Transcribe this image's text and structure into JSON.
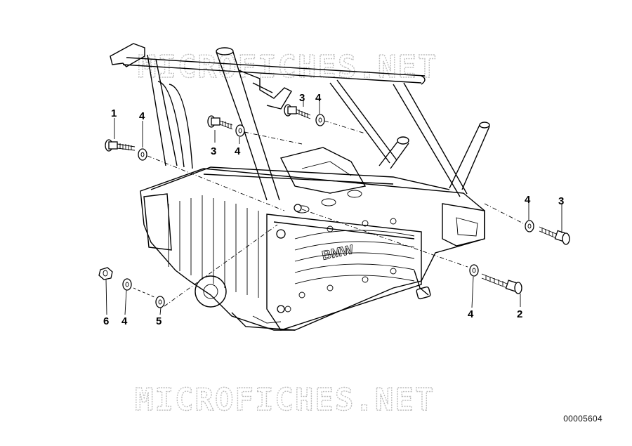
{
  "watermark": {
    "text": "MICROFICHES.NET"
  },
  "document": {
    "number": "00005604"
  },
  "callouts": [
    {
      "id": "c1",
      "label": "1"
    },
    {
      "id": "c4a",
      "label": "4"
    },
    {
      "id": "c3a",
      "label": "3"
    },
    {
      "id": "c4b",
      "label": "4"
    },
    {
      "id": "c3b",
      "label": "3"
    },
    {
      "id": "c4c",
      "label": "4"
    },
    {
      "id": "c4d",
      "label": "4"
    },
    {
      "id": "c3c",
      "label": "3"
    },
    {
      "id": "c6",
      "label": "6"
    },
    {
      "id": "c4e",
      "label": "4"
    },
    {
      "id": "c5",
      "label": "5"
    },
    {
      "id": "c4f",
      "label": "4"
    },
    {
      "id": "c2",
      "label": "2"
    }
  ]
}
